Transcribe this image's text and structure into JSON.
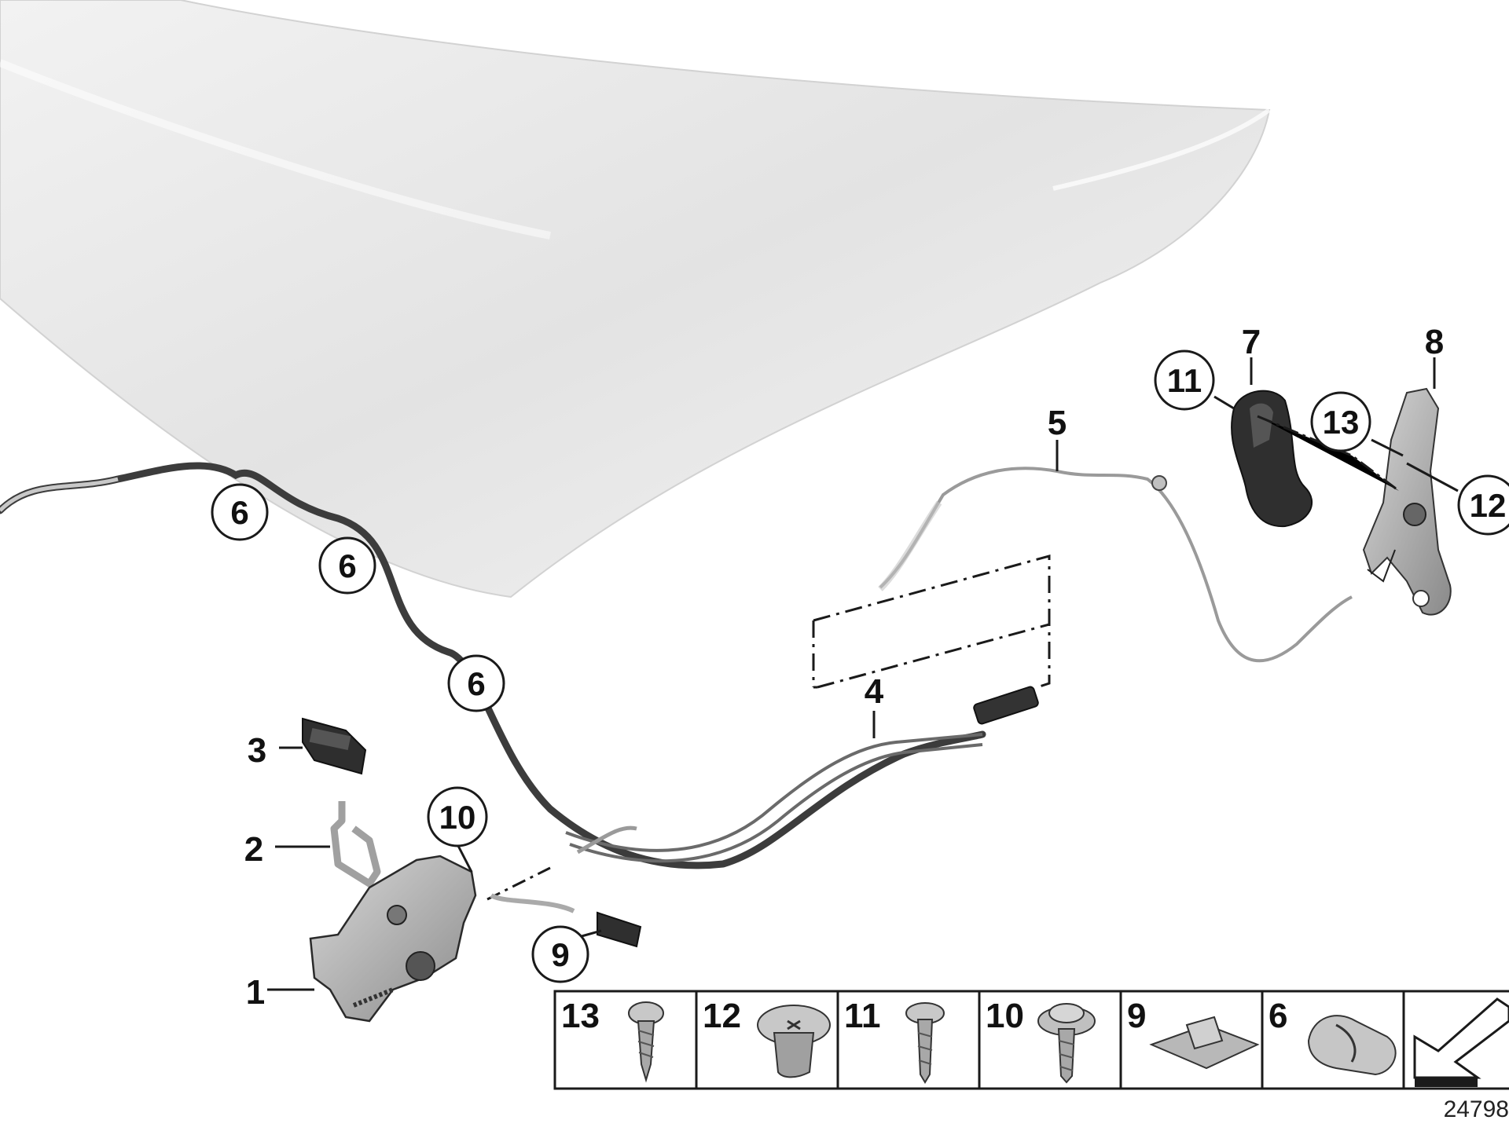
{
  "callouts": {
    "c1": "1",
    "c2": "2",
    "c3": "3",
    "c4": "4",
    "c5": "5",
    "c6a": "6",
    "c6b": "6",
    "c6c": "6",
    "c7": "7",
    "c8": "8",
    "c9": "9",
    "c10": "10",
    "c11": "11",
    "c12": "12",
    "c13": "13"
  },
  "fasteners": {
    "f13": "13",
    "f12": "12",
    "f11": "11",
    "f10": "10",
    "f9": "9",
    "f6": "6"
  },
  "reference_number": "24798",
  "icons": {
    "hood": "hood-panel-icon",
    "latch": "hood-latch-icon",
    "arrow": "direction-arrow-icon"
  },
  "colors": {
    "line": "#1a1a1a",
    "hood_fill": "#e8e8e8",
    "part_dark": "#3a3a3a",
    "part_mid": "#8c8c8c",
    "cable_gray": "#b8b8b8"
  }
}
